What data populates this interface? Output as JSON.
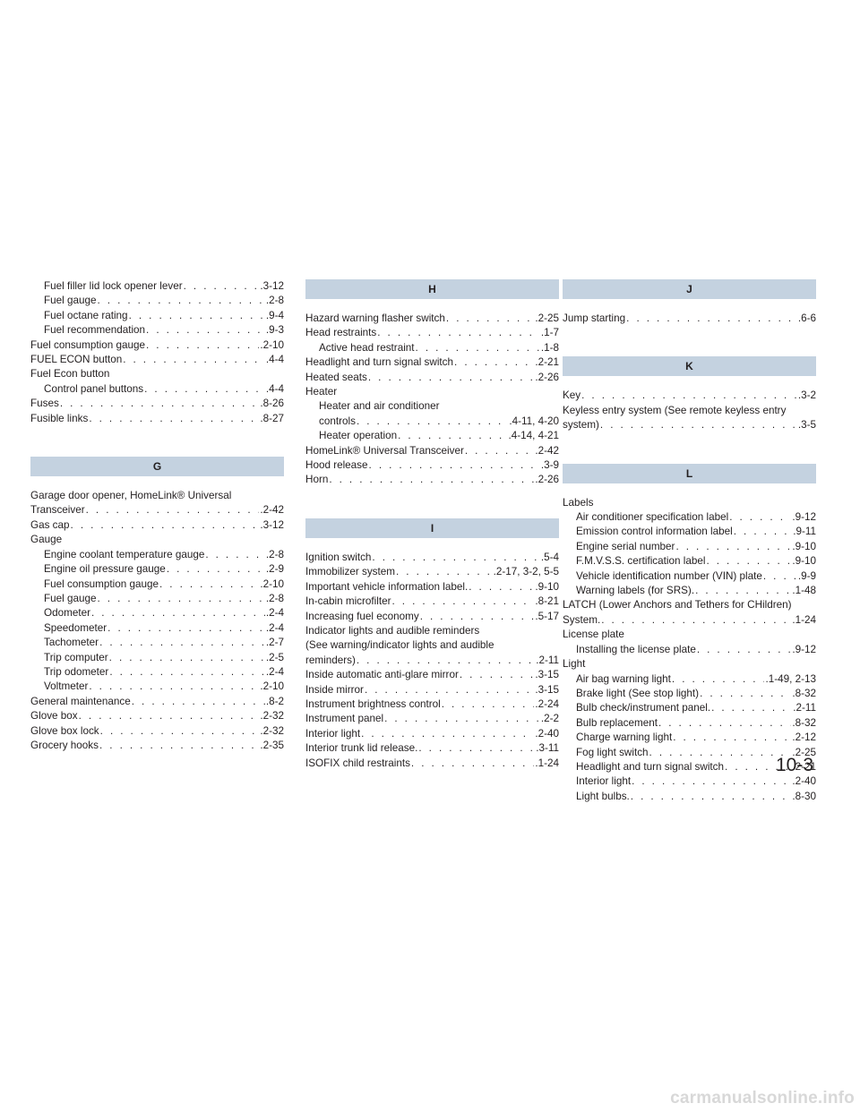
{
  "page_number": "10-3",
  "watermark": "carmanualsonline.info",
  "columns": [
    {
      "blocks": [
        {
          "type": "entry",
          "indent": 1,
          "text": "Fuel filler lid lock opener lever",
          "page": ".3-12"
        },
        {
          "type": "entry",
          "indent": 1,
          "text": "Fuel gauge",
          "page": ".2-8"
        },
        {
          "type": "entry",
          "indent": 1,
          "text": "Fuel octane rating",
          "page": ".9-4"
        },
        {
          "type": "entry",
          "indent": 1,
          "text": "Fuel recommendation",
          "page": ".9-3"
        },
        {
          "type": "entry",
          "indent": 0,
          "text": "Fuel consumption gauge",
          "page": ".2-10"
        },
        {
          "type": "entry",
          "indent": 0,
          "text": "FUEL ECON button",
          "page": ".4-4"
        },
        {
          "type": "line",
          "indent": 0,
          "text": "Fuel Econ button"
        },
        {
          "type": "entry",
          "indent": 1,
          "text": "Control panel buttons",
          "page": ".4-4"
        },
        {
          "type": "entry",
          "indent": 0,
          "text": "Fuses",
          "page": ".8-26"
        },
        {
          "type": "entry",
          "indent": 0,
          "text": "Fusible links",
          "page": ".8-27"
        },
        {
          "type": "header",
          "text": "G"
        },
        {
          "type": "line",
          "indent": 0,
          "text": "Garage door opener, HomeLink® Universal"
        },
        {
          "type": "entry",
          "indent": 0,
          "text": "Transceiver",
          "page": ".2-42"
        },
        {
          "type": "entry",
          "indent": 0,
          "text": "Gas cap",
          "page": ".3-12"
        },
        {
          "type": "line",
          "indent": 0,
          "text": "Gauge"
        },
        {
          "type": "entry",
          "indent": 1,
          "text": "Engine coolant temperature gauge",
          "page": ".2-8"
        },
        {
          "type": "entry",
          "indent": 1,
          "text": "Engine oil pressure gauge",
          "page": ".2-9"
        },
        {
          "type": "entry",
          "indent": 1,
          "text": "Fuel consumption gauge",
          "page": ".2-10"
        },
        {
          "type": "entry",
          "indent": 1,
          "text": "Fuel gauge",
          "page": ".2-8"
        },
        {
          "type": "entry",
          "indent": 1,
          "text": "Odometer",
          "page": ".2-4"
        },
        {
          "type": "entry",
          "indent": 1,
          "text": "Speedometer",
          "page": ".2-4"
        },
        {
          "type": "entry",
          "indent": 1,
          "text": "Tachometer",
          "page": ".2-7"
        },
        {
          "type": "entry",
          "indent": 1,
          "text": "Trip computer",
          "page": ".2-5"
        },
        {
          "type": "entry",
          "indent": 1,
          "text": "Trip odometer",
          "page": ".2-4"
        },
        {
          "type": "entry",
          "indent": 1,
          "text": "Voltmeter",
          "page": ".2-10"
        },
        {
          "type": "entry",
          "indent": 0,
          "text": "General maintenance",
          "page": ".8-2"
        },
        {
          "type": "entry",
          "indent": 0,
          "text": "Glove box",
          "page": ".2-32"
        },
        {
          "type": "entry",
          "indent": 0,
          "text": "Glove box lock",
          "page": ".2-32"
        },
        {
          "type": "entry",
          "indent": 0,
          "text": "Grocery hooks",
          "page": ".2-35"
        }
      ]
    },
    {
      "blocks": [
        {
          "type": "header",
          "text": "H"
        },
        {
          "type": "entry",
          "indent": 0,
          "text": "Hazard warning flasher switch",
          "page": ".2-25"
        },
        {
          "type": "entry",
          "indent": 0,
          "text": "Head restraints",
          "page": ".1-7"
        },
        {
          "type": "entry",
          "indent": 1,
          "text": "Active head restraint",
          "page": ".1-8"
        },
        {
          "type": "entry",
          "indent": 0,
          "text": "Headlight and turn signal switch",
          "page": ".2-21"
        },
        {
          "type": "entry",
          "indent": 0,
          "text": "Heated seats",
          "page": ".2-26"
        },
        {
          "type": "line",
          "indent": 0,
          "text": "Heater"
        },
        {
          "type": "line",
          "indent": 1,
          "text": "Heater and air conditioner"
        },
        {
          "type": "entry",
          "indent": 1,
          "text": "controls",
          "page": ".4-11, 4-20"
        },
        {
          "type": "entry",
          "indent": 1,
          "text": "Heater operation",
          "page": ".4-14, 4-21"
        },
        {
          "type": "entry",
          "indent": 0,
          "text": "HomeLink® Universal Transceiver",
          "page": ".2-42"
        },
        {
          "type": "entry",
          "indent": 0,
          "text": "Hood release",
          "page": ".3-9"
        },
        {
          "type": "entry",
          "indent": 0,
          "text": "Horn",
          "page": ".2-26"
        },
        {
          "type": "header",
          "text": "I"
        },
        {
          "type": "entry",
          "indent": 0,
          "text": "Ignition switch",
          "page": ".5-4"
        },
        {
          "type": "entry",
          "indent": 0,
          "text": "Immobilizer system",
          "page": ".2-17, 3-2, 5-5"
        },
        {
          "type": "entry",
          "indent": 0,
          "text": "Important vehicle information label.",
          "page": ".9-10"
        },
        {
          "type": "entry",
          "indent": 0,
          "text": "In-cabin microfilter",
          "page": ".8-21"
        },
        {
          "type": "entry",
          "indent": 0,
          "text": "Increasing fuel economy",
          "page": ".5-17"
        },
        {
          "type": "line",
          "indent": 0,
          "text": "Indicator lights and audible reminders"
        },
        {
          "type": "line",
          "indent": 0,
          "text": "(See warning/indicator lights and audible"
        },
        {
          "type": "entry",
          "indent": 0,
          "text": "reminders)",
          "page": ".2-11"
        },
        {
          "type": "entry",
          "indent": 0,
          "text": "Inside automatic anti-glare mirror",
          "page": ".3-15"
        },
        {
          "type": "entry",
          "indent": 0,
          "text": "Inside mirror",
          "page": ".3-15"
        },
        {
          "type": "entry",
          "indent": 0,
          "text": "Instrument brightness control",
          "page": ".2-24"
        },
        {
          "type": "entry",
          "indent": 0,
          "text": "Instrument panel",
          "page": ".2-2"
        },
        {
          "type": "entry",
          "indent": 0,
          "text": "Interior light",
          "page": ".2-40"
        },
        {
          "type": "entry",
          "indent": 0,
          "text": "Interior trunk lid release.",
          "page": ".3-11"
        },
        {
          "type": "entry",
          "indent": 0,
          "text": "ISOFIX child restraints",
          "page": ".1-24"
        }
      ]
    },
    {
      "blocks": [
        {
          "type": "header",
          "text": "J"
        },
        {
          "type": "entry",
          "indent": 0,
          "text": "Jump starting",
          "page": ".6-6"
        },
        {
          "type": "header",
          "text": "K"
        },
        {
          "type": "entry",
          "indent": 0,
          "text": "Key",
          "page": ".3-2"
        },
        {
          "type": "line",
          "indent": 0,
          "text": "Keyless entry system (See remote keyless entry"
        },
        {
          "type": "entry",
          "indent": 0,
          "text": "system)",
          "page": ".3-5"
        },
        {
          "type": "header",
          "text": "L"
        },
        {
          "type": "line",
          "indent": 0,
          "text": "Labels"
        },
        {
          "type": "entry",
          "indent": 1,
          "text": "Air conditioner specification label",
          "page": ".9-12"
        },
        {
          "type": "entry",
          "indent": 1,
          "text": "Emission control information label",
          "page": ".9-11"
        },
        {
          "type": "entry",
          "indent": 1,
          "text": "Engine serial number",
          "page": ".9-10"
        },
        {
          "type": "entry",
          "indent": 1,
          "text": "F.M.V.S.S. certification label",
          "page": ".9-10"
        },
        {
          "type": "entry",
          "indent": 1,
          "text": "Vehicle identification number (VIN) plate",
          "page": ".9-9"
        },
        {
          "type": "entry",
          "indent": 1,
          "text": "Warning labels (for SRS).",
          "page": ".1-48"
        },
        {
          "type": "line",
          "indent": 0,
          "text": "LATCH (Lower Anchors and Tethers for CHildren)"
        },
        {
          "type": "entry",
          "indent": 0,
          "text": "System.",
          "page": ".1-24"
        },
        {
          "type": "line",
          "indent": 0,
          "text": "License plate"
        },
        {
          "type": "entry",
          "indent": 1,
          "text": "Installing the license plate",
          "page": ".9-12"
        },
        {
          "type": "line",
          "indent": 0,
          "text": "Light"
        },
        {
          "type": "entry",
          "indent": 1,
          "text": "Air bag warning light",
          "page": ".1-49, 2-13"
        },
        {
          "type": "entry",
          "indent": 1,
          "text": "Brake light (See stop light)",
          "page": ".8-32"
        },
        {
          "type": "entry",
          "indent": 1,
          "text": "Bulb check/instrument panel.",
          "page": ".2-11"
        },
        {
          "type": "entry",
          "indent": 1,
          "text": "Bulb replacement",
          "page": ".8-32"
        },
        {
          "type": "entry",
          "indent": 1,
          "text": "Charge warning light",
          "page": ".2-12"
        },
        {
          "type": "entry",
          "indent": 1,
          "text": "Fog light switch",
          "page": ".2-25"
        },
        {
          "type": "entry",
          "indent": 1,
          "text": "Headlight and turn signal switch",
          "page": ".2-21"
        },
        {
          "type": "entry",
          "indent": 1,
          "text": "Interior light",
          "page": ".2-40"
        },
        {
          "type": "entry",
          "indent": 1,
          "text": "Light bulbs.",
          "page": ".8-30"
        }
      ]
    }
  ]
}
